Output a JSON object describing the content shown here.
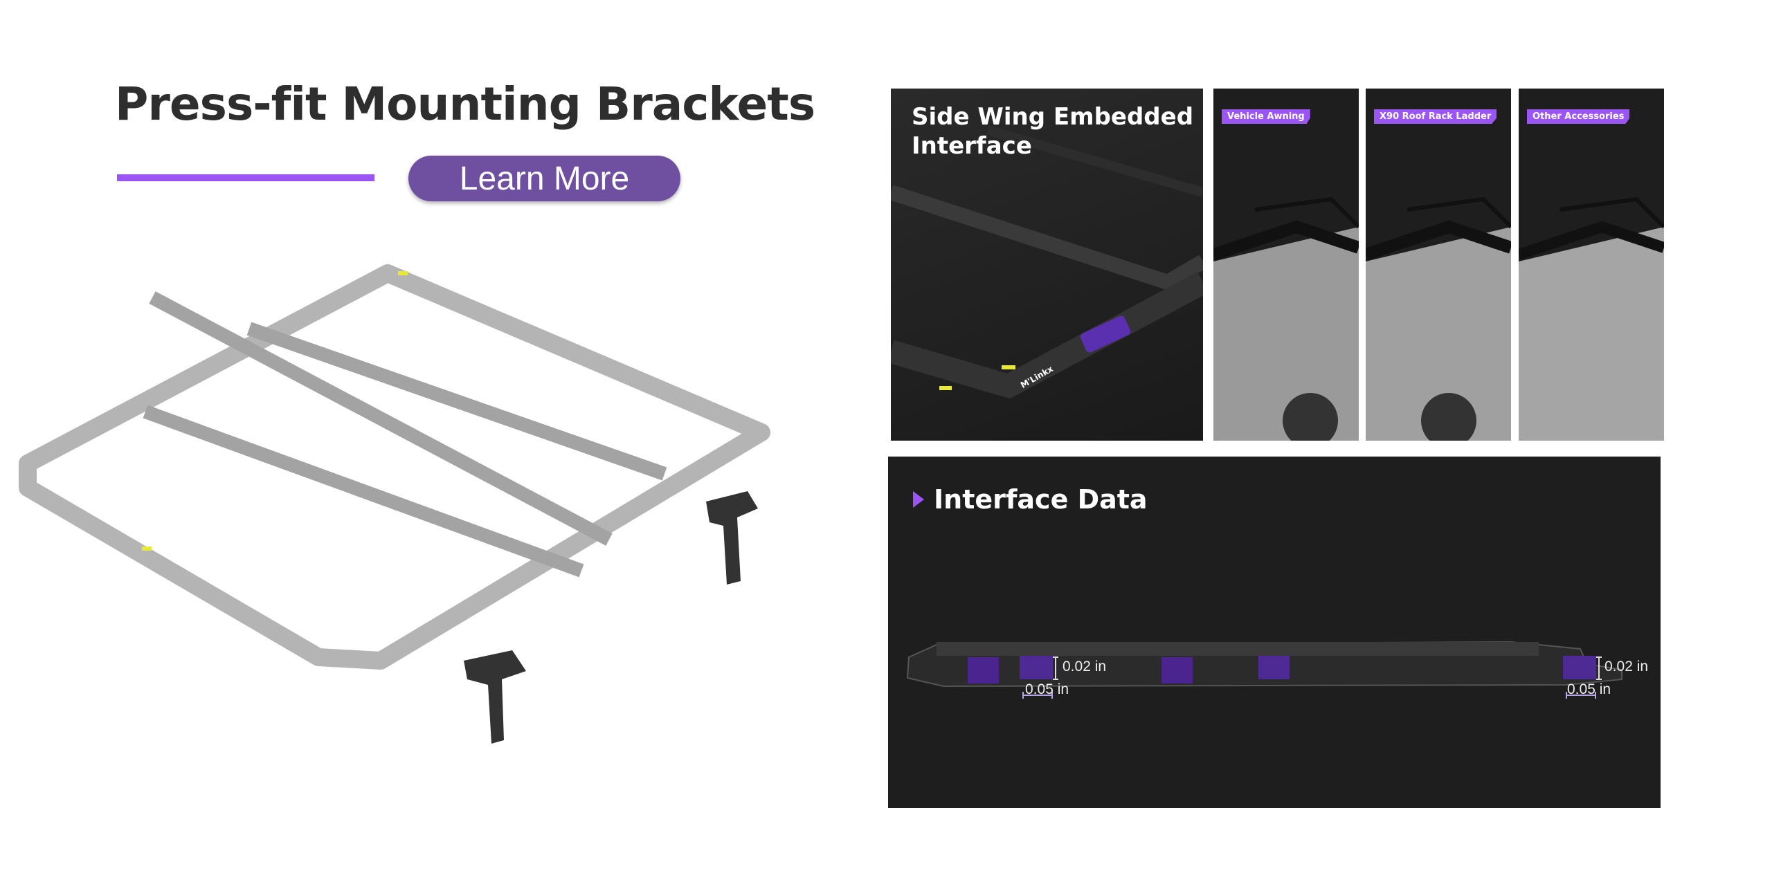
{
  "header": {
    "title": "Press-fit Mounting Brackets",
    "learn_more": "Learn More"
  },
  "feature_panel": {
    "title": "Side Wing Embedded Interface",
    "brand_mark": "M'Linkx"
  },
  "accessory_panels": [
    {
      "label": "Vehicle Awning"
    },
    {
      "label": "X90 Roof Rack Ladder"
    },
    {
      "label": "Other Accessories"
    }
  ],
  "interface_data": {
    "title": "Interface Data",
    "measurements": [
      {
        "height": "0.02 in",
        "width": "0.05 in"
      },
      {
        "height": "0.02 in",
        "width": "0.05 in"
      }
    ]
  },
  "colors": {
    "accent": "#9b55f5",
    "button": "#6e4fa0",
    "panel_bg": "#1e1e1e",
    "title": "#2e2e2e"
  }
}
